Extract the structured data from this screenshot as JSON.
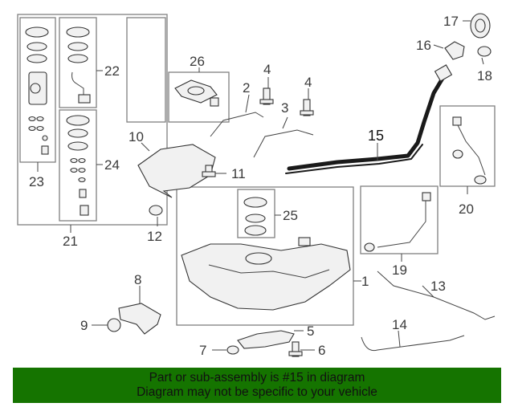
{
  "callouts": {
    "c1": "1",
    "c2": "2",
    "c3": "3",
    "c4a": "4",
    "c4b": "4",
    "c5": "5",
    "c6": "6",
    "c7": "7",
    "c8": "8",
    "c9": "9",
    "c10": "10",
    "c11": "11",
    "c12": "12",
    "c13": "13",
    "c14": "14",
    "c15": "15",
    "c16": "16",
    "c17": "17",
    "c18": "18",
    "c19": "19",
    "c20": "20",
    "c21": "21",
    "c22": "22",
    "c23": "23",
    "c24": "24",
    "c25": "25",
    "c26": "26"
  },
  "banner": {
    "line1": "Part or sub-assembly is #15 in diagram",
    "line2": "Diagram may not be specific to your vehicle",
    "color": "#157400"
  },
  "highlight_part": "15"
}
